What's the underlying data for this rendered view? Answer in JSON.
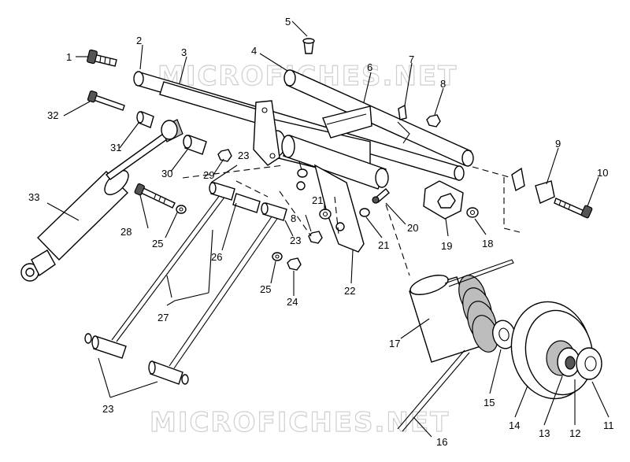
{
  "watermark": "MICROFICHES.NET",
  "callouts": [
    {
      "id": "c1",
      "text": "1"
    },
    {
      "id": "c2",
      "text": "2"
    },
    {
      "id": "c3",
      "text": "3"
    },
    {
      "id": "c4",
      "text": "4"
    },
    {
      "id": "c5",
      "text": "5"
    },
    {
      "id": "c6",
      "text": "6"
    },
    {
      "id": "c7",
      "text": "7"
    },
    {
      "id": "c8a",
      "text": "8"
    },
    {
      "id": "c8b",
      "text": "8"
    },
    {
      "id": "c9",
      "text": "9"
    },
    {
      "id": "c10",
      "text": "10"
    },
    {
      "id": "c11",
      "text": "11"
    },
    {
      "id": "c12",
      "text": "12"
    },
    {
      "id": "c13",
      "text": "13"
    },
    {
      "id": "c14",
      "text": "14"
    },
    {
      "id": "c15",
      "text": "15"
    },
    {
      "id": "c16",
      "text": "16"
    },
    {
      "id": "c17",
      "text": "17"
    },
    {
      "id": "c18",
      "text": "18"
    },
    {
      "id": "c19",
      "text": "19"
    },
    {
      "id": "c20",
      "text": "20"
    },
    {
      "id": "c21a",
      "text": "21"
    },
    {
      "id": "c21b",
      "text": "21"
    },
    {
      "id": "c22",
      "text": "22"
    },
    {
      "id": "c23a",
      "text": "23"
    },
    {
      "id": "c23b",
      "text": "23"
    },
    {
      "id": "c23c",
      "text": "23"
    },
    {
      "id": "c24",
      "text": "24"
    },
    {
      "id": "c25a",
      "text": "25"
    },
    {
      "id": "c25b",
      "text": "25"
    },
    {
      "id": "c26",
      "text": "26"
    },
    {
      "id": "c27",
      "text": "27"
    },
    {
      "id": "c28",
      "text": "28"
    },
    {
      "id": "c29",
      "text": "29"
    },
    {
      "id": "c30",
      "text": "30"
    },
    {
      "id": "c31",
      "text": "31"
    },
    {
      "id": "c32",
      "text": "32"
    },
    {
      "id": "c33",
      "text": "33"
    }
  ]
}
